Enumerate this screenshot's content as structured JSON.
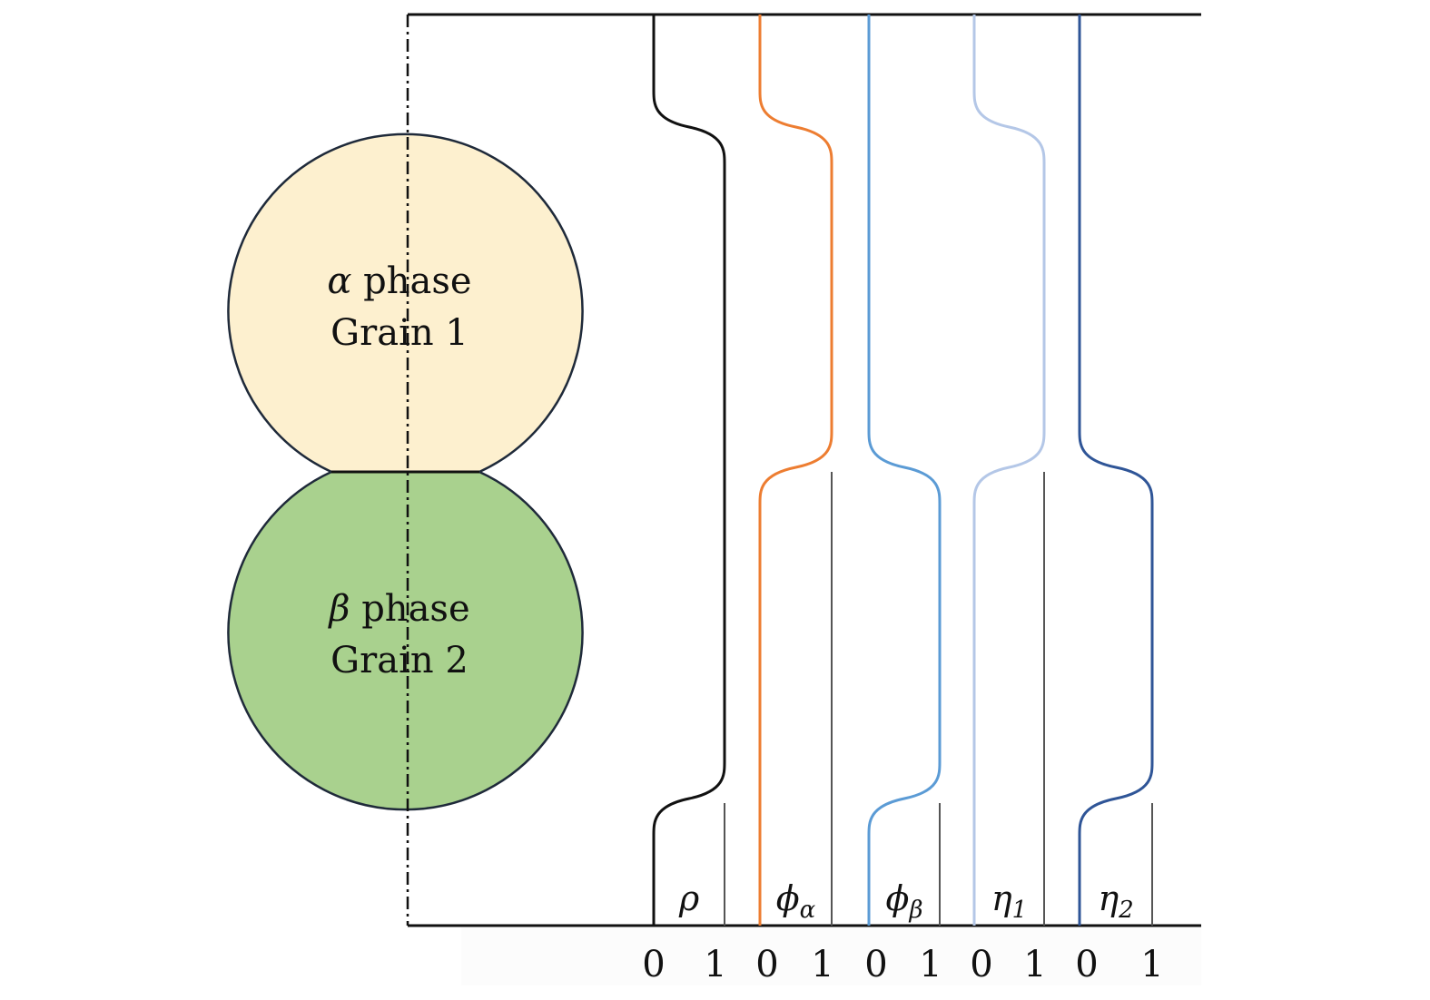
{
  "grains": [
    {
      "phase_symbol": "α",
      "phase_word": "phase",
      "grain_label": "Grain 1",
      "fill": "#fdf0cf"
    },
    {
      "phase_symbol": "β",
      "phase_word": "phase",
      "grain_label": "Grain 2",
      "fill": "#a9d18e"
    }
  ],
  "profiles": [
    {
      "symbol": "ρ",
      "subscript": "",
      "color": "#111111",
      "values": [
        0,
        1,
        1,
        0
      ],
      "axis": [
        "0",
        "1"
      ]
    },
    {
      "symbol": "ϕ",
      "subscript": "α",
      "color": "#ed7d31",
      "values": [
        0,
        1,
        0,
        0
      ],
      "axis": [
        "0",
        "1"
      ]
    },
    {
      "symbol": "ϕ",
      "subscript": "β",
      "color": "#5b9bd5",
      "values": [
        0,
        0,
        1,
        0
      ],
      "axis": [
        "0",
        "1"
      ]
    },
    {
      "symbol": "η",
      "subscript": "1",
      "color": "#b4c7e7",
      "values": [
        0,
        1,
        0,
        0
      ],
      "axis": [
        "0",
        "1"
      ]
    },
    {
      "symbol": "η",
      "subscript": "2",
      "color": "#2f5597",
      "values": [
        0,
        0,
        1,
        0
      ],
      "axis": [
        "0",
        "1"
      ]
    }
  ]
}
